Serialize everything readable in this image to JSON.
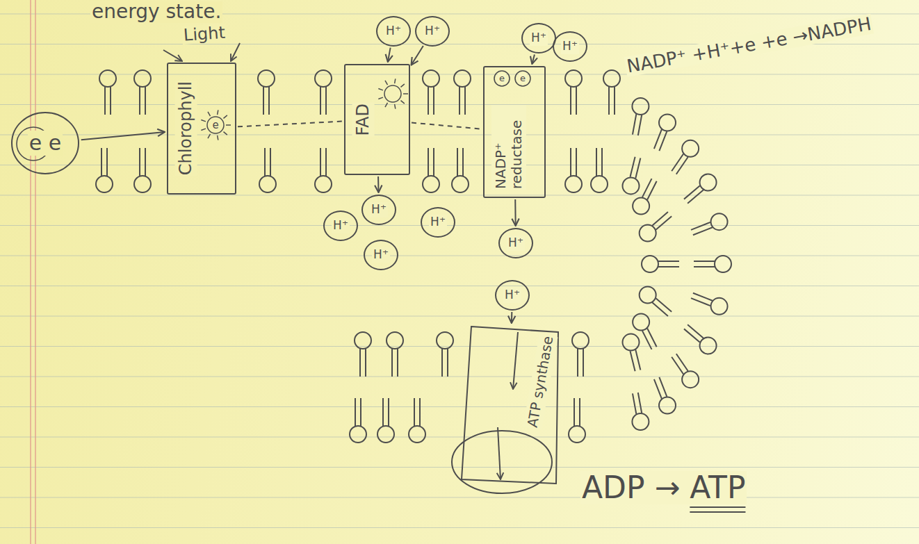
{
  "diagram": {
    "nodes": [
      {
        "text": [
          "e e"
        ]
      },
      {
        "text": [
          "Chlorophyll"
        ]
      },
      {
        "text": [
          "H⁺"
        ]
      },
      {
        "text": [
          "H⁺"
        ]
      },
      {
        "text": [
          "FAD"
        ]
      },
      {
        "text": [
          "H⁺"
        ]
      },
      {
        "text": [
          "H⁺"
        ]
      },
      {
        "text": [
          "NADP⁺ reductase"
        ]
      },
      {
        "text": [
          "H⁺"
        ]
      },
      {
        "text": [
          "H⁺"
        ]
      },
      {
        "text": [
          "H⁺"
        ]
      },
      {
        "text": [
          "H⁺"
        ]
      },
      {
        "text": [
          "H⁺"
        ]
      },
      {
        "text": [
          "H⁺"
        ]
      },
      {
        "text": [
          "ATP synthase"
        ]
      }
    ],
    "edges": [
      {
        "from": 0,
        "to": 1,
        "arrow": "to"
      },
      {
        "from": 1,
        "to": 4,
        "arrow": "none"
      },
      {
        "from": 4,
        "to": 7,
        "arrow": "none"
      },
      {
        "from": 2,
        "to": 4,
        "arrow": "to"
      },
      {
        "from": 3,
        "to": 4,
        "arrow": "to"
      },
      {
        "from": 4,
        "to": 9,
        "arrow": "to"
      },
      {
        "from": 5,
        "to": 7,
        "arrow": "to"
      },
      {
        "from": 7,
        "to": 12,
        "arrow": "to"
      },
      {
        "from": 13,
        "to": 14,
        "arrow": "to"
      }
    ],
    "labels": [
      "energy state.",
      "Light",
      "NADP⁺ +H⁺+e +e →NADPH",
      "e",
      "e",
      "e",
      "ADP → ATP"
    ]
  }
}
